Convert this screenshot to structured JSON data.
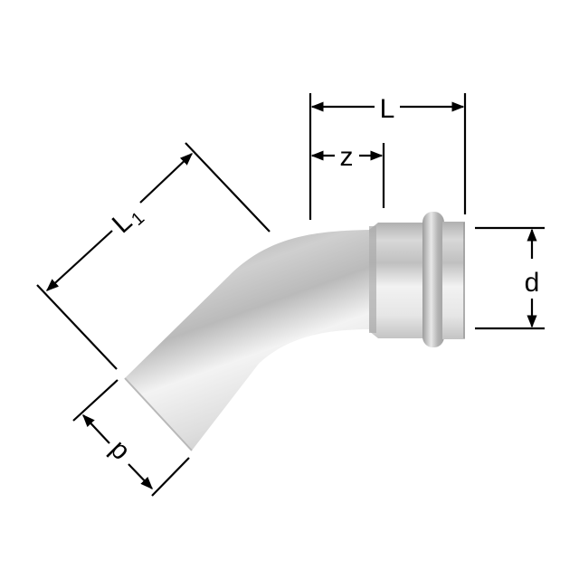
{
  "diagram": {
    "subject": "45-degree pipe elbow with press-fit socket end",
    "labels": {
      "L": "L",
      "z": "z",
      "L1_main": "L",
      "L1_sub": "1",
      "d_socket": "d",
      "d_spigot": "d"
    },
    "colors": {
      "line": "#000000",
      "background": "#ffffff",
      "metal_dark": "#9a9a9a",
      "metal_mid": "#c4c4c4",
      "metal_light": "#efefef"
    }
  }
}
